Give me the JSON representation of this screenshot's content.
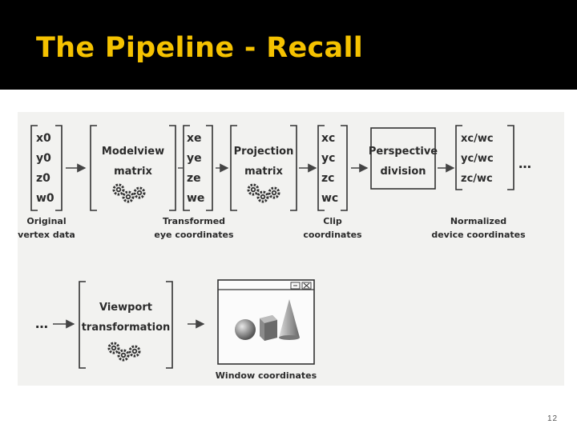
{
  "slide": {
    "title": "The Pipeline - Recall",
    "page_number": "12"
  },
  "diagram": {
    "vectors": {
      "original": [
        "x0",
        "y0",
        "z0",
        "w0"
      ],
      "eye": [
        "xe",
        "ye",
        "ze",
        "we"
      ],
      "clip": [
        "xc",
        "yc",
        "zc",
        "wc"
      ],
      "normalized": [
        "xc/wc",
        "yc/wc",
        "zc/wc"
      ]
    },
    "boxes": {
      "modelview": [
        "Modelview",
        "matrix"
      ],
      "projection": [
        "Projection",
        "matrix"
      ],
      "perspective": [
        "Perspective",
        "division"
      ],
      "viewport": [
        "Viewport",
        "transformation"
      ]
    },
    "captions": {
      "original": [
        "Original",
        "vertex data"
      ],
      "eye": [
        "Transformed",
        "eye coordinates"
      ],
      "clip": [
        "Clip",
        "coordinates"
      ],
      "normalized": [
        "Normalized",
        "device coordinates"
      ],
      "window": "Window coordinates"
    },
    "ellipsis": "…"
  }
}
